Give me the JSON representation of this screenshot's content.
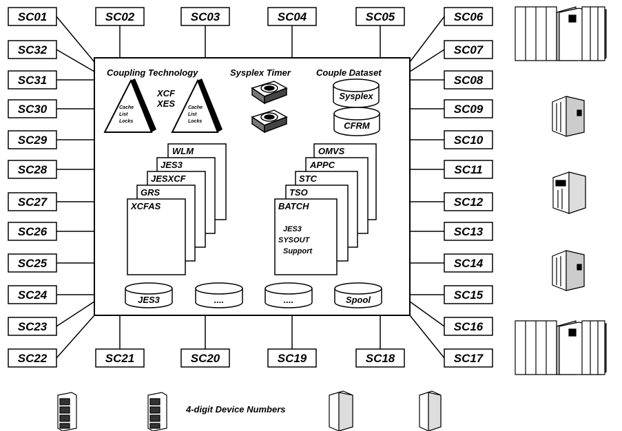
{
  "systems": {
    "top": [
      "SC01",
      "SC02",
      "SC03",
      "SC04",
      "SC05",
      "SC06"
    ],
    "right": [
      "SC07",
      "SC08",
      "SC09",
      "SC10",
      "SC11",
      "SC12",
      "SC13",
      "SC14",
      "SC15",
      "SC16"
    ],
    "corner_br": "SC17",
    "bottom": [
      "SC18",
      "SC19",
      "SC20",
      "SC21"
    ],
    "corner_bl": "SC22",
    "left": [
      "SC23",
      "SC24",
      "SC25",
      "SC26",
      "SC27",
      "SC28",
      "SC29",
      "SC30",
      "SC31",
      "SC32"
    ]
  },
  "headers": {
    "coupling": "Coupling Technology",
    "timer": "Sysplex Timer",
    "couple_ds": "Couple Dataset"
  },
  "coupling": {
    "structures": [
      "Cache",
      "List",
      "Locks"
    ],
    "xcf": "XCF",
    "xes": "XES"
  },
  "couple_datasets": [
    "Sysplex",
    "CFRM"
  ],
  "left_stack": [
    "WLM",
    "JES3",
    "JESXCF",
    "GRS",
    "XCFAS"
  ],
  "right_stack": [
    "OMVS",
    "APPC",
    "STC",
    "TSO",
    "BATCH"
  ],
  "batch_note": [
    "JES3",
    "SYSOUT",
    "Support"
  ],
  "shared_dasd": [
    "JES3",
    "....",
    "....",
    "Spool"
  ],
  "device_numbers": "4-digit Device Numbers",
  "icons": [
    "sysplex-timer-icon",
    "cpu-complex-icon",
    "coupling-facility-icon",
    "dasd-unit-icon",
    "tape-unit-icon"
  ]
}
